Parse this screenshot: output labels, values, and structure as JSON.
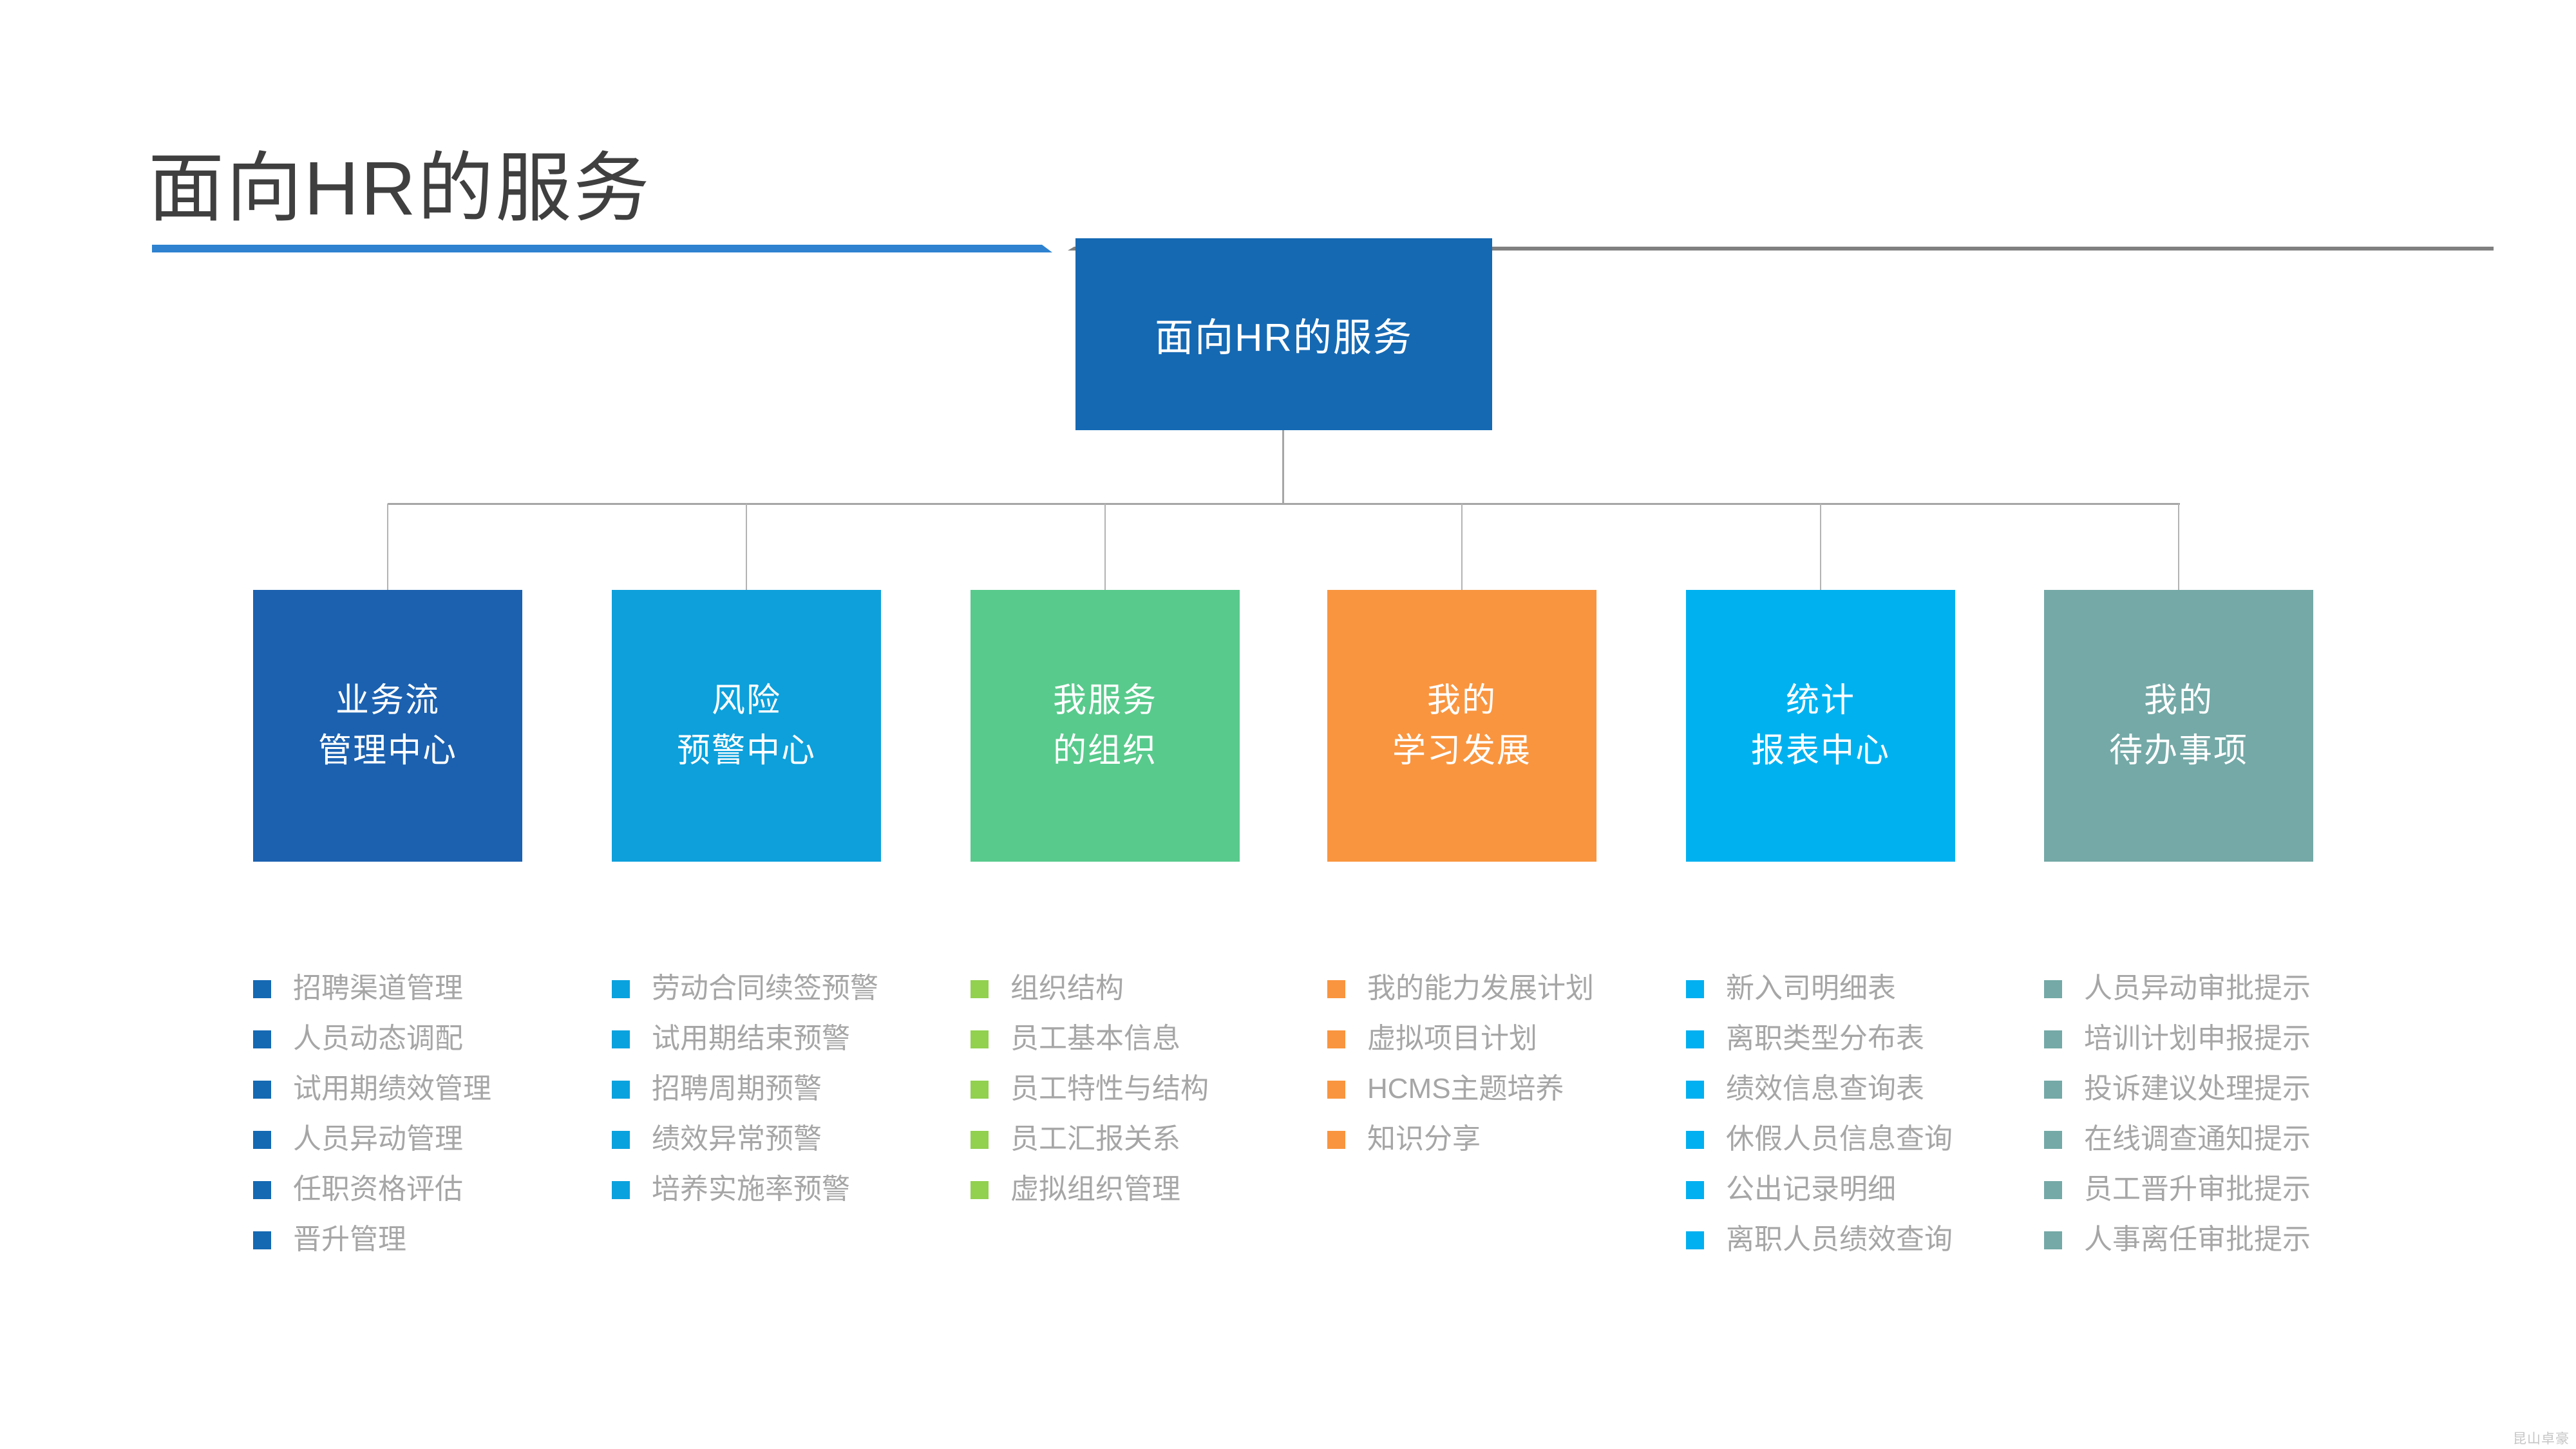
{
  "slide": {
    "title": "面向HR的服务",
    "title_color": "#3F3F3F",
    "underline_accent_color": "#2E82D0",
    "underline_secondary_color": "#808080",
    "connector_color": "#A6A6A6",
    "list_text_color": "#A6A6A6",
    "watermark": "昆山卓豪"
  },
  "root": {
    "label": "面向HR的服务",
    "color": "#1569B3"
  },
  "branches": [
    {
      "line1": "业务流",
      "line2": "管理中心",
      "box_color": "#1B61B0",
      "bullet_color": "#1569B3",
      "items": [
        "招聘渠道管理",
        "人员动态调配",
        "试用期绩效管理",
        "人员异动管理",
        "任职资格评估",
        "晋升管理"
      ]
    },
    {
      "line1": "风险",
      "line2": "预警中心",
      "box_color": "#0DA0DB",
      "bullet_color": "#0AA2DE",
      "items": [
        "劳动合同续签预警",
        "试用期结束预警",
        "招聘周期预警",
        "绩效异常预警",
        "培养实施率预警"
      ]
    },
    {
      "line1": "我服务",
      "line2": "的组织",
      "box_color": "#58CA8C",
      "bullet_color": "#92D050",
      "items": [
        "组织结构",
        "员工基本信息",
        "员工特性与结构",
        "员工汇报关系",
        "虚拟组织管理"
      ]
    },
    {
      "line1": "我的",
      "line2": "学习发展",
      "box_color": "#F9953F",
      "bullet_color": "#F9953F",
      "items": [
        "我的能力发展计划",
        "虚拟项目计划",
        "HCMS主题培养",
        "知识分享"
      ]
    },
    {
      "line1": "统计",
      "line2": "报表中心",
      "box_color": "#00B1F0",
      "bullet_color": "#00B0F0",
      "items": [
        "新入司明细表",
        "离职类型分布表",
        "绩效信息查询表",
        "休假人员信息查询",
        "公出记录明细",
        "离职人员绩效查询"
      ]
    },
    {
      "line1": "我的",
      "line2": "待办事项",
      "box_color": "#74A9A7",
      "bullet_color": "#74A9A7",
      "items": [
        "人员异动审批提示",
        "培训计划申报提示",
        "投诉建议处理提示",
        "在线调查通知提示",
        "员工晋升审批提示",
        "人事离任审批提示"
      ]
    }
  ]
}
